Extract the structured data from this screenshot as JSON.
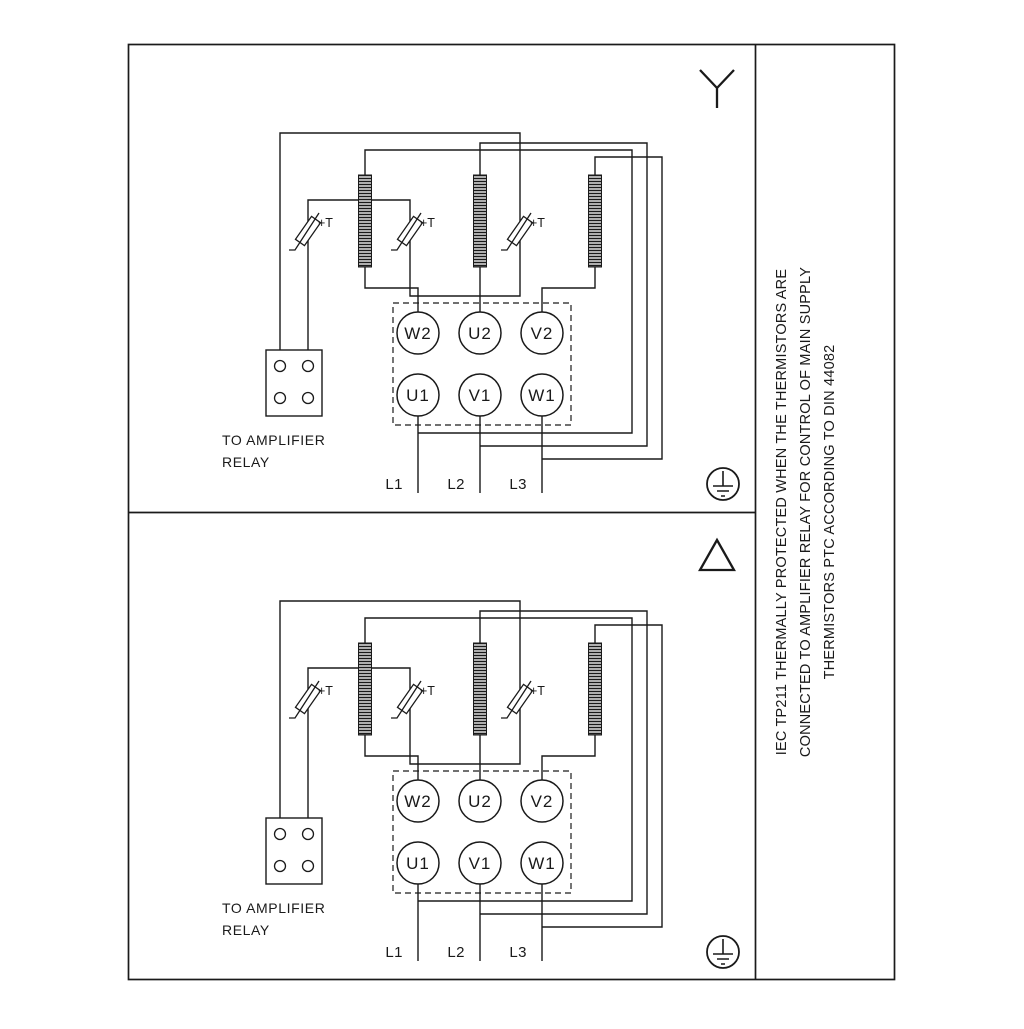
{
  "canvas": {
    "background": "#ffffff",
    "stroke_color": "#1a1a1a"
  },
  "side_note": {
    "lines": [
      "IEC TP211 THERMALLY PROTECTED WHEN THE THERMISTORS ARE",
      "CONNECTED TO AMPLIFIER RELAY FOR CONTROL OF MAIN SUPPLY",
      "THERMISTORS PTC ACCORDING TO DIN 44082"
    ]
  },
  "panels": [
    {
      "connection": "star",
      "connection_icon": "star-connection-icon",
      "ground_icon": "earth-ground-icon",
      "thermistor_label": "+T",
      "terminals_top": [
        "W2",
        "U2",
        "V2"
      ],
      "terminals_bottom": [
        "U1",
        "V1",
        "W1"
      ],
      "supply_labels": [
        "L1",
        "L2",
        "L3"
      ],
      "relay_caption": [
        "TO AMPLIFIER",
        "RELAY"
      ]
    },
    {
      "connection": "delta",
      "connection_icon": "delta-connection-icon",
      "ground_icon": "earth-ground-icon",
      "thermistor_label": "+T",
      "terminals_top": [
        "W2",
        "U2",
        "V2"
      ],
      "terminals_bottom": [
        "U1",
        "V1",
        "W1"
      ],
      "supply_labels": [
        "L1",
        "L2",
        "L3"
      ],
      "relay_caption": [
        "TO AMPLIFIER",
        "RELAY"
      ]
    }
  ]
}
